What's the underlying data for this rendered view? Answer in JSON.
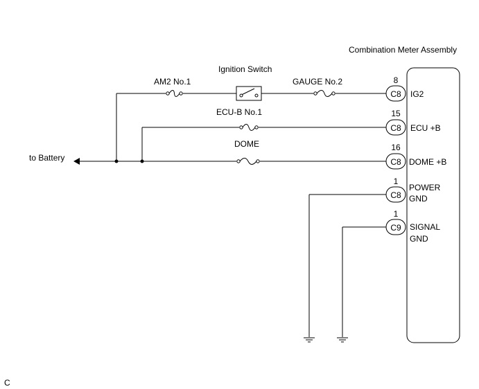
{
  "title": "Combination Meter Assembly",
  "battery_label": "to Battery",
  "fuses": {
    "am2": "AM2 No.1",
    "gauge": "GAUGE No.2",
    "ecub": "ECU-B No.1",
    "dome": "DOME"
  },
  "switch_label": "Ignition Switch",
  "pins": [
    {
      "connector": "C8",
      "pin": "8",
      "signal": "IG2",
      "signal2": ""
    },
    {
      "connector": "C8",
      "pin": "15",
      "signal": "ECU +B",
      "signal2": ""
    },
    {
      "connector": "C8",
      "pin": "16",
      "signal": "DOME +B",
      "signal2": ""
    },
    {
      "connector": "C8",
      "pin": "1",
      "signal": "POWER",
      "signal2": "GND"
    },
    {
      "connector": "C9",
      "pin": "1",
      "signal": "SIGNAL",
      "signal2": "GND"
    }
  ],
  "corner_code": "C"
}
